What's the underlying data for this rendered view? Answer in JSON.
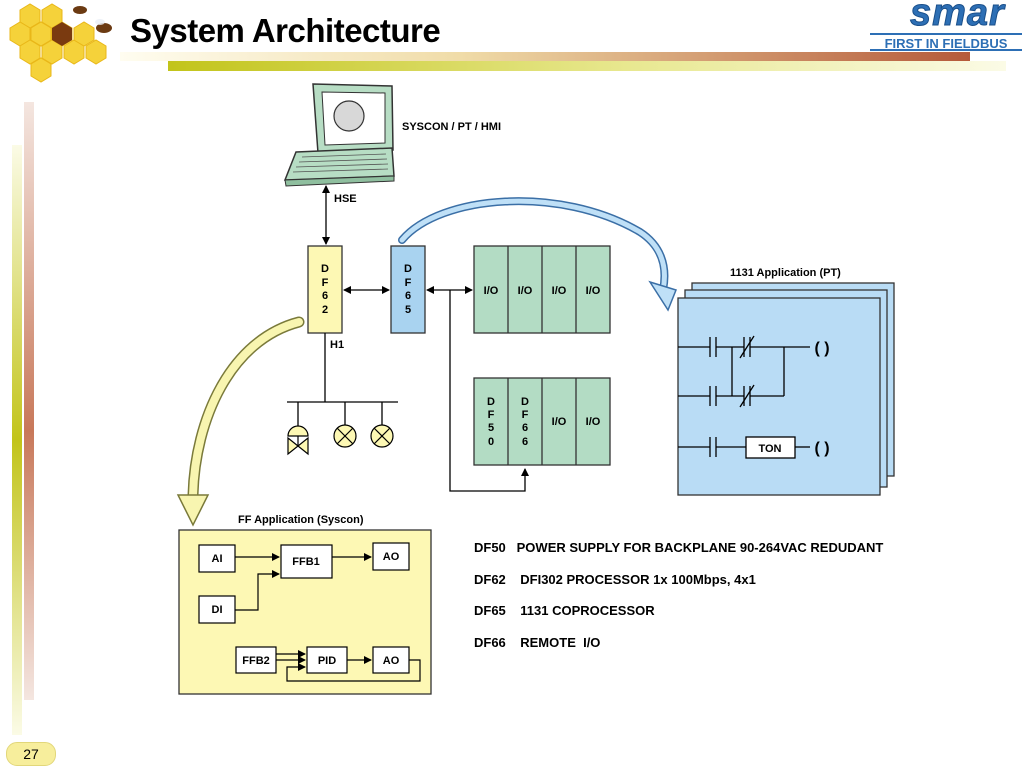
{
  "slide": {
    "title": "System Architecture",
    "page_number": "27"
  },
  "logo": {
    "word": "smar",
    "tagline": "FIRST IN FIELDBUS"
  },
  "diagram": {
    "workstation_label": "SYSCON / PT / HMI",
    "hse_label": "HSE",
    "h1_label": "H1",
    "df62": [
      "D",
      "F",
      "6",
      "2"
    ],
    "df65": [
      "D",
      "F",
      "6",
      "5"
    ],
    "df50": [
      "D",
      "F",
      "5",
      "0"
    ],
    "df66": [
      "D",
      "F",
      "6",
      "6"
    ],
    "io_label": "I/O",
    "pt_title": "1131 Application (PT)",
    "ton_label": "TON",
    "coil_label": "( )",
    "ff_title": "FF Application (Syscon)",
    "ff_blocks": {
      "ai": "AI",
      "di": "DI",
      "ffb1": "FFB1",
      "ao1": "AO",
      "ffb2": "FFB2",
      "pid": "PID",
      "ao2": "AO"
    }
  },
  "legend": [
    {
      "code": "DF50",
      "text": "POWER SUPPLY FOR BACKPLANE 90-264VAC REDUDANT"
    },
    {
      "code": "DF62",
      "text": "DFI302 PROCESSOR 1x 100Mbps, 4x1"
    },
    {
      "code": "DF65",
      "text": "1131 COPROCESSOR"
    },
    {
      "code": "DF66",
      "text": "REMOTE  I/O"
    }
  ],
  "colors": {
    "processor": "#fdf8b4",
    "coprocessor": "#a9d3f0",
    "io_module": "#b3dcc4",
    "pt_panel": "#b9dcf5",
    "ff_panel": "#fdf8b4"
  }
}
